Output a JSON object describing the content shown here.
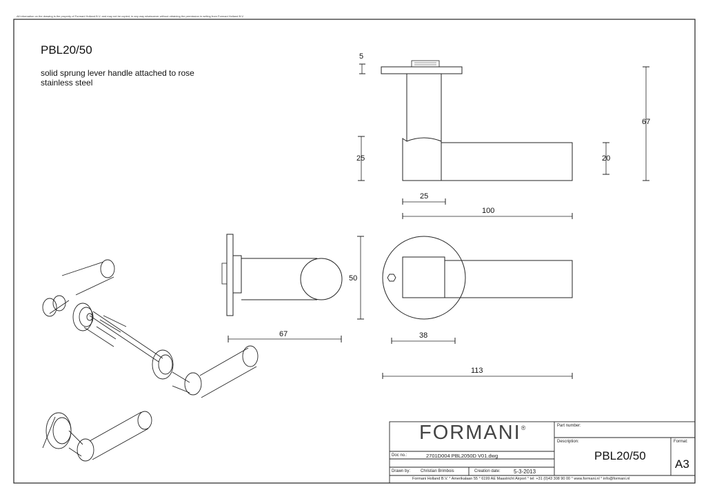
{
  "sheet": {
    "disclaimer": "All information on the drawing is the property of Formani Holland B.V. and may not be copied, in any way whatsoever without obtaining the permission in writing from Formani Holland B.V.",
    "title": "PBL20/50",
    "description_line1": "solid sprung lever handle attached to rose",
    "description_line2": "stainless steel"
  },
  "dimensions": {
    "top_view": {
      "rose_thickness": "5",
      "rose_length": "25",
      "height": "67",
      "lever_height": "20",
      "neck_width": "25",
      "lever_length": "100"
    },
    "side_view": {
      "length": "67"
    },
    "front_view": {
      "rose_diameter": "50",
      "offset": "38",
      "total_length": "113"
    }
  },
  "title_block": {
    "brand": "FORMANI",
    "registered_mark": "®",
    "part_number_label": "Part number:",
    "part_number_value": "",
    "description_label": "Description:",
    "description_value": "PBL20/50",
    "format_label": "Format:",
    "format_value": "A3",
    "doc_no_label": "Doc no.:",
    "doc_no_value": "2701D004 PBL2050D V01.dwg",
    "drawn_by_label": "Drawn by:",
    "drawn_by_value": "Christian Brimbois",
    "creation_date_label": "Creation date:",
    "creation_date_value": "5-3-2013",
    "footer": "Formani Holland B.V. ° Amerikalaan 55 ° 6199 AE Maastricht Airport ° tel: +31 (0)43 308 90 00 ° www.formani.nl ° info@formani.nl"
  }
}
